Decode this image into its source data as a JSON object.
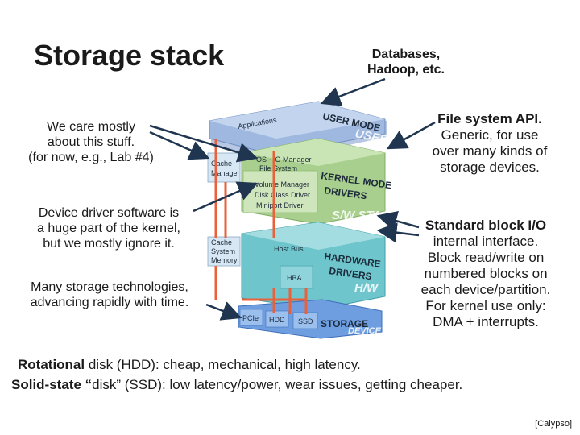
{
  "title": "Storage stack",
  "left_notes": {
    "care": [
      "We care mostly",
      "about this stuff.",
      "(for now, e.g., Lab #4)"
    ],
    "driver": [
      "Device driver software is",
      "a huge part of the kernel,",
      "but we mostly ignore it."
    ],
    "tech": [
      "Many storage technologies,",
      "advancing rapidly with time."
    ]
  },
  "right_notes": {
    "databases": [
      "Databases,",
      "Hadoop, etc."
    ],
    "fs_title": "File system API.",
    "fs_body": [
      "Generic, for use",
      "over many kinds of",
      "storage devices."
    ],
    "blk_title": "Standard block I/O",
    "blk_body": [
      "internal interface.",
      "Block read/write on",
      "numbered blocks on",
      "each device/partition.",
      "For kernel use only:",
      "DMA + interrupts."
    ]
  },
  "bottom": {
    "line1_bold": "Rotational",
    "line1_rest": " disk (HDD): cheap, mechanical, high latency.",
    "line2_bold": "Solid-state “",
    "line2_rest": "disk” (SSD): low latency/power, wear issues, getting cheaper."
  },
  "credit": "[Calypso]",
  "diagram": {
    "applications": "Applications",
    "user_mode": "USER MODE",
    "user_ghost": "USER",
    "cache_manager": [
      "Cache",
      "Manager"
    ],
    "os_io": [
      "OS - IO Manager",
      "File System"
    ],
    "kernel_mode": [
      "KERNEL MODE",
      "DRIVERS"
    ],
    "volume": [
      "Volume Manager",
      "Disk Class Driver",
      "Miniport Driver"
    ],
    "sw_ghost": "S/W STACK",
    "cache_mem": [
      "Cache",
      "System",
      "Memory"
    ],
    "host_bus": "Host Bus",
    "hba": "HBA",
    "hardware": [
      "HARDWARE",
      "DRIVERS"
    ],
    "hw_ghost": "H/W",
    "pcie": "PCIe",
    "hdd": "HDD",
    "ssd": "SSD",
    "storage": "STORAGE",
    "device_ghost": "DEVICE",
    "colors": {
      "blue": "#8aa9d6",
      "green": "#a9cf8e",
      "teal": "#6fc5cc",
      "arrow": "#e8613a",
      "navy": "#1f3550"
    }
  }
}
